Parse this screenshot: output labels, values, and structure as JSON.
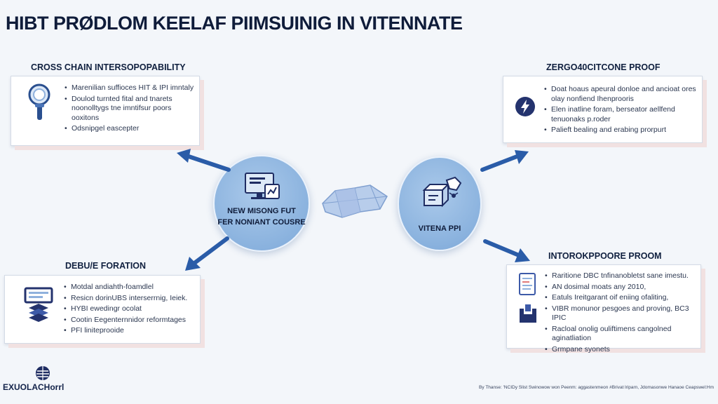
{
  "title": "HIBT PRØDLOM KEELAF PIIMSUINIG IN VITENNATE",
  "sections": {
    "cross_chain": {
      "heading": "CROSS CHAIN INTERSOPOPABILITY",
      "icon": "magnifier-icon",
      "bullets": [
        "Marenilian suffioces HIT & IPI imntaly",
        "Doulod turnted fital and tnarets noonolltygs tne imntifsur poors ooxitons",
        "Odsnipgel eascepter"
      ]
    },
    "zero_knowledge": {
      "heading": "ZERGO40CITCONE PROOF",
      "icon": "lightning-icon",
      "bullets": [
        "Doat hoaus apeural donloe and ancioat ores olay nonfiend Ihenprooris",
        "Elen inatline foram, berseator aellfend tenuonaks p.roder",
        "Palieft bealing and erabing prorpurt"
      ]
    },
    "defuse": {
      "heading": "DEBU/E FORATION",
      "icon": "stack-icon",
      "bullets": [
        "Motdal andiahth-foamdlel",
        "Resicn dorinUBS interserrnig, Ieiek.",
        "HYBI ewedingr ocolat",
        "Cootin Eegenternnidor reformtages",
        "PFI liniteprooide"
      ]
    },
    "interop": {
      "heading": "INTOROKPPOORE PROOM",
      "icon": "document-icon",
      "bullets": [
        "Raritione DBC tnfinanobletst sane imestu.",
        "AN dosimal moats any 2010,",
        "Eatuls Ireitgarant oif eniing ofaliting,",
        "VIBR monunor pesgoes and proving, BC3 IPIC",
        "Racloal onolig ouliftimens cangolned aginatliation",
        "Grmpane syonets"
      ]
    }
  },
  "hubs": {
    "left_line1": "NEW MISONG FUT",
    "left_line2": "FER NONIANT COUSRE",
    "right": "VITENA PPI"
  },
  "footer": {
    "logo_text": "EXUOLACHorrl",
    "note": "By Thanse: 'NCIDy Slist Swinowow won Peenm: aggastenmeon #Brivat lriparn, Jdomasonwe Hanaoe Ceapswel:Hm"
  },
  "colors": {
    "arrow": "#2a5ca8",
    "hub": "#8ab2de",
    "accent_dark": "#1f2d63"
  }
}
